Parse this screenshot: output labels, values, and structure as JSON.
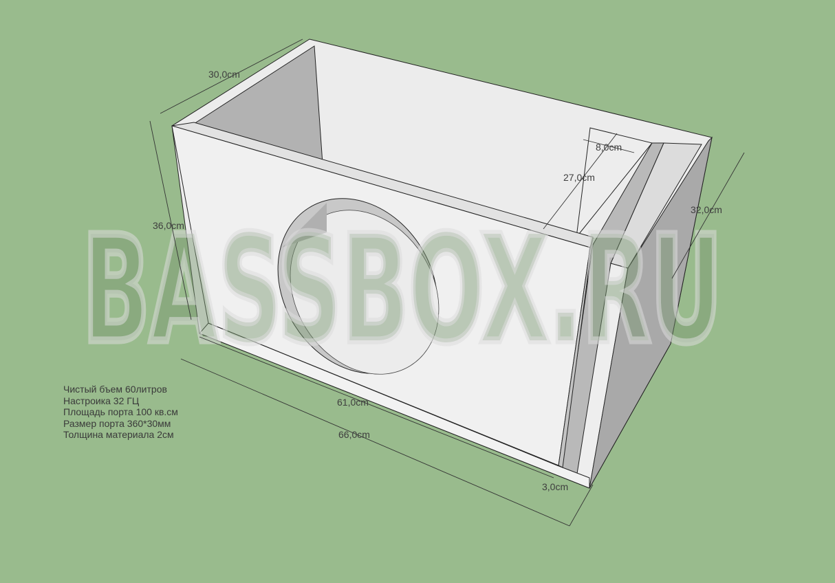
{
  "watermark": "BASSBOX.RU",
  "dimensions": {
    "depth": "30,0cm",
    "height": "36,0cm",
    "inner_length": "61,0cm",
    "outer_length": "66,0cm",
    "port_width": "3,0cm",
    "port_length": "27,0cm",
    "port_gap": "8,0cm",
    "side_depth": "32,0cm"
  },
  "notes": [
    "Чистый бъем 60литров",
    "Настроика 32 ГЦ",
    "Площадь порта 100 кв.см",
    "Размер порта 360*30мм",
    "Толщина материала 2см"
  ],
  "colors": {
    "background": "#99bb8d",
    "panel": "#efefef",
    "shade": "#b5b5b5"
  }
}
